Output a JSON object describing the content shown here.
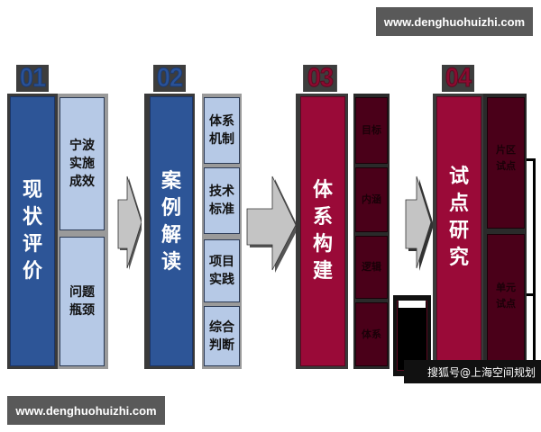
{
  "watermarks": {
    "top": "www.denghuohuizhi.com",
    "bottom": "www.denghuohuizhi.com"
  },
  "credit": "搜狐号@上海空间规划",
  "colors": {
    "blue_main": "#2d5597",
    "blue_sub": "#b6c9e6",
    "red_main": "#9a0a38",
    "red_sub": "#4a0019",
    "arrow": "#c4c4c4"
  },
  "stages": [
    {
      "number": "01",
      "title_chars": [
        "现",
        "状",
        "评",
        "价"
      ],
      "items": [
        "宁波\n实施\n成效",
        "问题\n瓶颈"
      ]
    },
    {
      "number": "02",
      "title_chars": [
        "案",
        "例",
        "解",
        "读"
      ],
      "items": [
        "体系\n机制",
        "技术\n标准",
        "项目\n实践",
        "综合\n判断"
      ]
    },
    {
      "number": "03",
      "title_chars": [
        "体",
        "系",
        "构",
        "建"
      ],
      "items": [
        "目标",
        "内涵",
        "逻辑",
        "体系"
      ]
    },
    {
      "number": "04",
      "title_chars": [
        "试",
        "点",
        "研",
        "究"
      ],
      "items": [
        "片区\n试点",
        "单元\n试点"
      ]
    }
  ]
}
